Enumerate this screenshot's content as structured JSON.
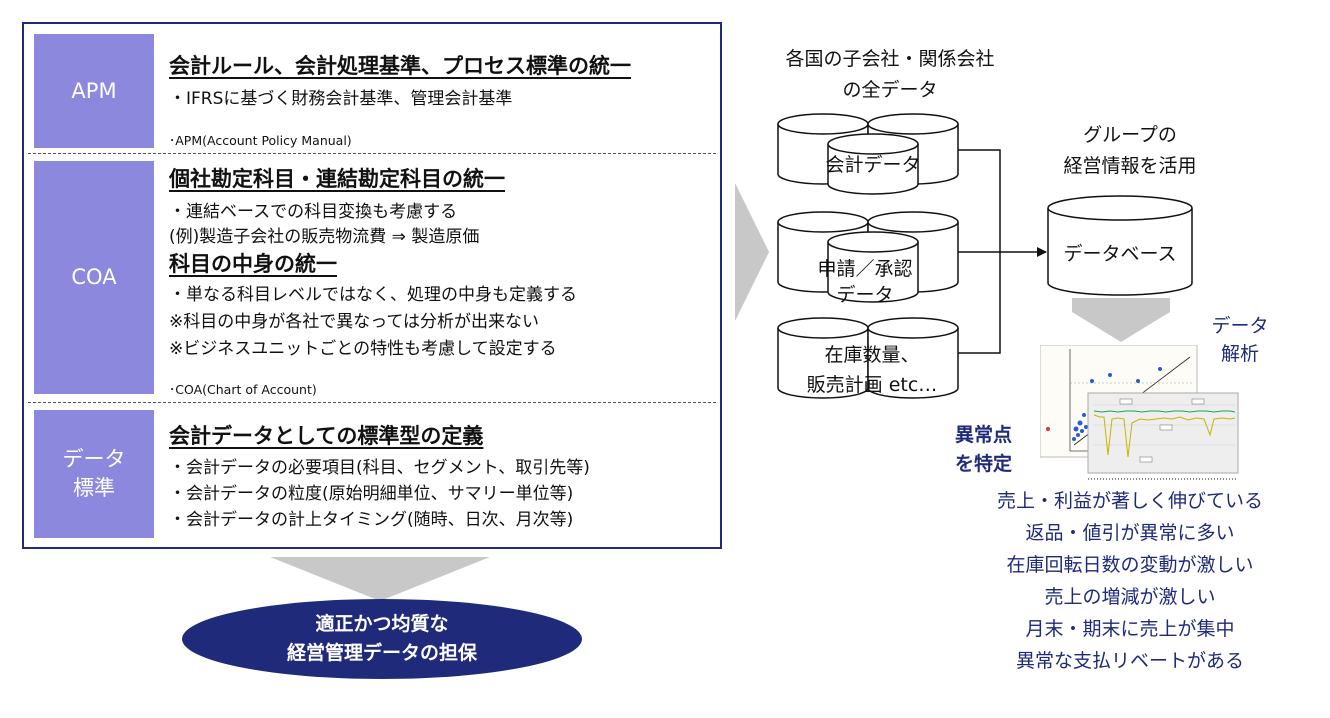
{
  "left_panel": {
    "sections": [
      {
        "label_lines": [
          "APM"
        ],
        "title": "会計ルール、会計処理基準、プロセス標準の統一",
        "lines": [
          "・IFRSに基づく財務会計基準、管理会計基準"
        ],
        "note": "･APM(Account Policy Manual)"
      },
      {
        "label_lines": [
          "COA"
        ],
        "title": "個社勘定科目・連結勘定科目の統一",
        "lines": [
          "・連結ベースでの科目変換も考慮する",
          " (例)製造子会社の販売物流費 ⇒ 製造原価"
        ],
        "title2": "科目の中身の統一",
        "lines2": [
          "・単なる科目レベルではなく、処理の中身も定義する",
          " ※科目の中身が各社で異なっては分析が出来ない",
          " ※ビジネスユニットごとの特性も考慮して設定する"
        ],
        "note": "･COA(Chart of Account)"
      },
      {
        "label_lines": [
          "データ",
          "標準"
        ],
        "title": "会計データとしての標準型の定義",
        "lines": [
          "・会計データの必要項目(科目、セグメント、取引先等)",
          "・会計データの粒度(原始明細単位、サマリー単位等)",
          "・会計データの計上タイミング(随時、日次、月次等)"
        ]
      }
    ]
  },
  "result": {
    "line1": "適正かつ均質な",
    "line2": "経営管理データの担保"
  },
  "right": {
    "source_heading": [
      "各国の子会社・関係会社",
      "の全データ"
    ],
    "group_heading": [
      "グループの",
      "経営情報を活用"
    ],
    "sources": [
      {
        "lines": [
          "会計データ"
        ]
      },
      {
        "lines": [
          "申請／承認",
          "データ"
        ]
      },
      {
        "lines": [
          "在庫数量、",
          "販売計画 etc…"
        ]
      }
    ],
    "database_label": "データベース",
    "analysis_label": [
      "データ",
      "解析"
    ],
    "anomaly_label": [
      "異常点",
      "を特定"
    ],
    "findings": [
      "売上・利益が著しく伸びている",
      "返品・値引が異常に多い",
      "在庫回転日数の変動が激しい",
      "売上の増減が激しい",
      "月末・期末に売上が集中",
      "異常な支払リベートがある"
    ]
  },
  "colors": {
    "navy": "#1f2a7a",
    "label_purple": "#8b88dd",
    "arrow_gray": "#c8c8c8"
  }
}
